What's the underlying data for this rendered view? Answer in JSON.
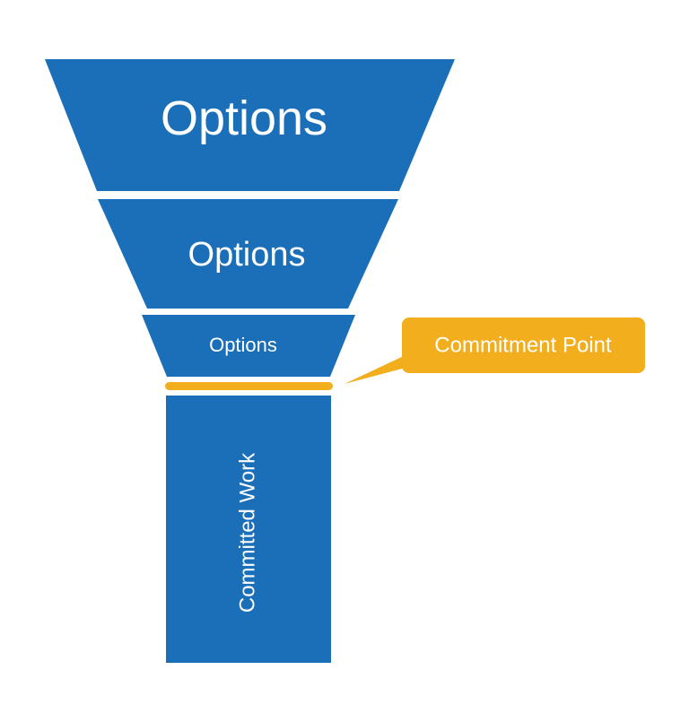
{
  "funnel": {
    "stages": [
      {
        "label": "Options"
      },
      {
        "label": "Options"
      },
      {
        "label": "Options"
      }
    ],
    "committed_label": "Committed Work"
  },
  "commitment_point": {
    "label": "Commitment Point"
  },
  "colors": {
    "funnel_blue": "#1b6fb8",
    "commitment_orange": "#f2ae1c",
    "background": "#ffffff"
  }
}
